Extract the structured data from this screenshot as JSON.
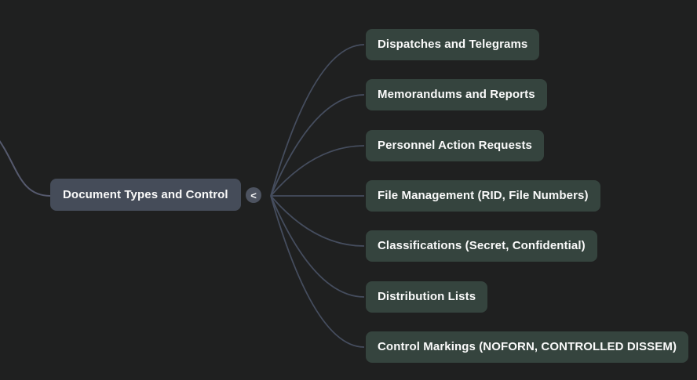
{
  "mindmap": {
    "root": {
      "label": "Document Types and Control"
    },
    "toggle": {
      "symbol": "<"
    },
    "children": [
      {
        "label": "Dispatches and Telegrams"
      },
      {
        "label": "Memorandums and Reports"
      },
      {
        "label": "Personnel Action Requests"
      },
      {
        "label": "File Management (RID, File Numbers)"
      },
      {
        "label": "Classifications (Secret, Confidential)"
      },
      {
        "label": "Distribution Lists"
      },
      {
        "label": "Control Markings (NOFORN, CONTROLLED DISSEM)"
      }
    ]
  },
  "colors": {
    "canvas-bg": "#1f2020",
    "root-bg": "#454c59",
    "child-bg": "#35443e",
    "toggle-bg": "#4d5360",
    "text": "#fafafa",
    "link": "#454d5e",
    "parent-link": "#565a6e"
  }
}
